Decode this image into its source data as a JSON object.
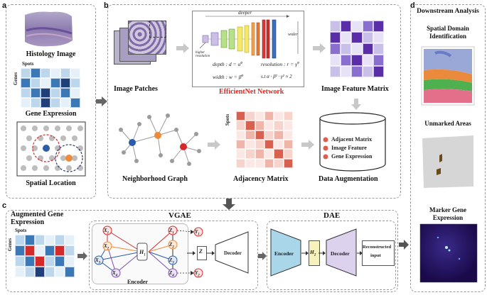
{
  "panels": {
    "a": "a",
    "b": "b",
    "c": "c",
    "d": "d"
  },
  "panel_a": {
    "histology_label": "Histology Image",
    "spots_label": "Spots",
    "genes_label": "Genes",
    "gene_expression_label": "Gene Expression",
    "spatial_location_label": "Spatial Location"
  },
  "panel_b": {
    "image_patches_label": "Image Patches",
    "effnet_label": "EfficientNet Network",
    "effnet_color": "#e0241b",
    "deeper": "deeper",
    "wider": "wider",
    "higher_resolution": "higher resolution",
    "eq_depth": "depth : d = α",
    "eq_width": "width : w = β",
    "eq_resolution": "resolution : r = γ",
    "eq_constraint": "s.t α · β² · γ² ≈ 2",
    "phi": "φ",
    "image_feature_label": "Image Feature Matrix",
    "spots_label": "Spots",
    "neighborhood_label": "Neighborhood Graph",
    "adjacency_label": "Adjacency Matrix",
    "augmentation_label": "Data Augmentation",
    "aug_items": [
      "Adjacent Matrix",
      "Image Feature",
      "Gene Expression"
    ]
  },
  "panel_c": {
    "aug_gene_label_1": "Augmented Gene",
    "aug_gene_label_2": "Expression",
    "spots_label": "Spots",
    "genes_label": "Genes",
    "vgae_label": "VGAE",
    "dae_label": "DAE",
    "encoder_label": "Encoder",
    "decoder_label": "Decoder",
    "dae_encoder": "Encoder",
    "dae_decoder": "Decoder",
    "reconstructed_1": "Reconstructed",
    "reconstructed_2": "input",
    "z_label": "Z",
    "h1": "H",
    "h1_sub": "1",
    "h2": "H",
    "h2_sub": "2",
    "x_nodes": [
      "X",
      "X",
      "X",
      "X"
    ],
    "x_subs": [
      "1",
      "2",
      "3",
      "4"
    ],
    "z_nodes": [
      "Z",
      "Z",
      "Z",
      "Z"
    ],
    "z_subs": [
      "1",
      "2",
      "3",
      "4"
    ],
    "y_nodes": [
      "Y",
      "Y"
    ],
    "y_subs": [
      "1",
      "2"
    ]
  },
  "panel_d": {
    "title": "Downstream Analysis",
    "spatial_domain_1": "Spatial Domain",
    "spatial_domain_2": "Identification",
    "unmarked_label": "Unmarked Areas",
    "marker_1": "Marker Gene",
    "marker_2": "Expression"
  },
  "colors": {
    "heat_blue_dark": "#1f3f7a",
    "heat_blue": "#3a78b6",
    "heat_light": "#bcd6ec",
    "adj_red": "#d9604f",
    "adj_light": "#f6d4cc",
    "feat_purple": "#5a2ea6",
    "feat_light": "#c9c0ea",
    "node_blue": "#2a5ca8",
    "node_orange": "#ee8a3a",
    "node_red": "#d42a2a",
    "encoder_blue": "#a9d6e8",
    "decoder_purple": "#dcd2ee",
    "h2_yellow": "#f7f1bc",
    "grey_arrow": "#c8c8c8"
  }
}
